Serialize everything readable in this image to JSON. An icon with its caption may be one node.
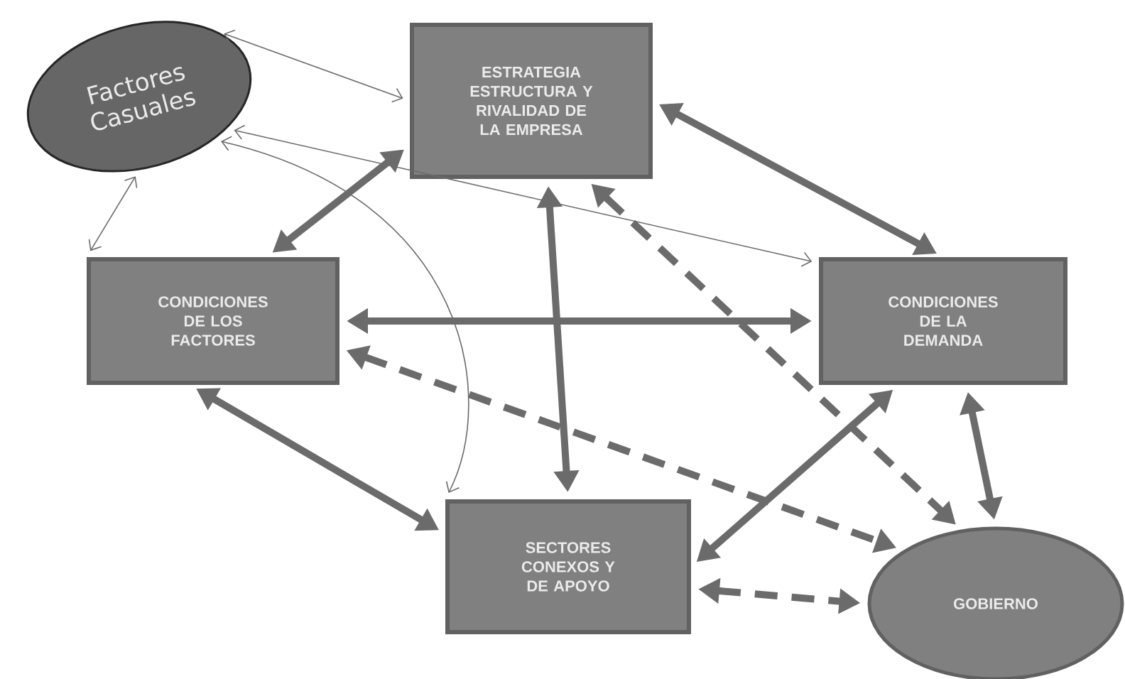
{
  "diagram": {
    "nodes": [
      {
        "text": [
          "Factores Casuales"
        ]
      },
      {
        "text": [
          "ESTRATEGIA ESTRUCTURA Y RIVALIDAD DE LA EMPRESA"
        ]
      },
      {
        "text": [
          "CONDICIONES DE LOS FACTORES"
        ]
      },
      {
        "text": [
          "CONDICIONES DE LA DEMANDA"
        ]
      },
      {
        "text": [
          "SECTORES CONEXOS Y DE APOYO"
        ]
      },
      {
        "text": [
          "GOBIERNO"
        ]
      }
    ],
    "edges": [
      {
        "from": 0,
        "to": 1,
        "arrow": "both"
      },
      {
        "from": 0,
        "to": 2,
        "arrow": "both"
      },
      {
        "from": 0,
        "to": 3,
        "arrow": "both"
      },
      {
        "from": 0,
        "to": 4,
        "arrow": "both"
      },
      {
        "from": 1,
        "to": 2,
        "arrow": "both"
      },
      {
        "from": 1,
        "to": 3,
        "arrow": "both"
      },
      {
        "from": 1,
        "to": 4,
        "arrow": "both"
      },
      {
        "from": 2,
        "to": 3,
        "arrow": "both"
      },
      {
        "from": 2,
        "to": 4,
        "arrow": "both"
      },
      {
        "from": 3,
        "to": 4,
        "arrow": "both"
      },
      {
        "from": 3,
        "to": 5,
        "arrow": "both"
      },
      {
        "from": 2,
        "to": 5,
        "arrow": "both",
        "style": "dashed"
      },
      {
        "from": 1,
        "to": 5,
        "arrow": "both",
        "style": "dashed"
      },
      {
        "from": 4,
        "to": 5,
        "arrow": "both",
        "style": "dashed"
      }
    ]
  }
}
